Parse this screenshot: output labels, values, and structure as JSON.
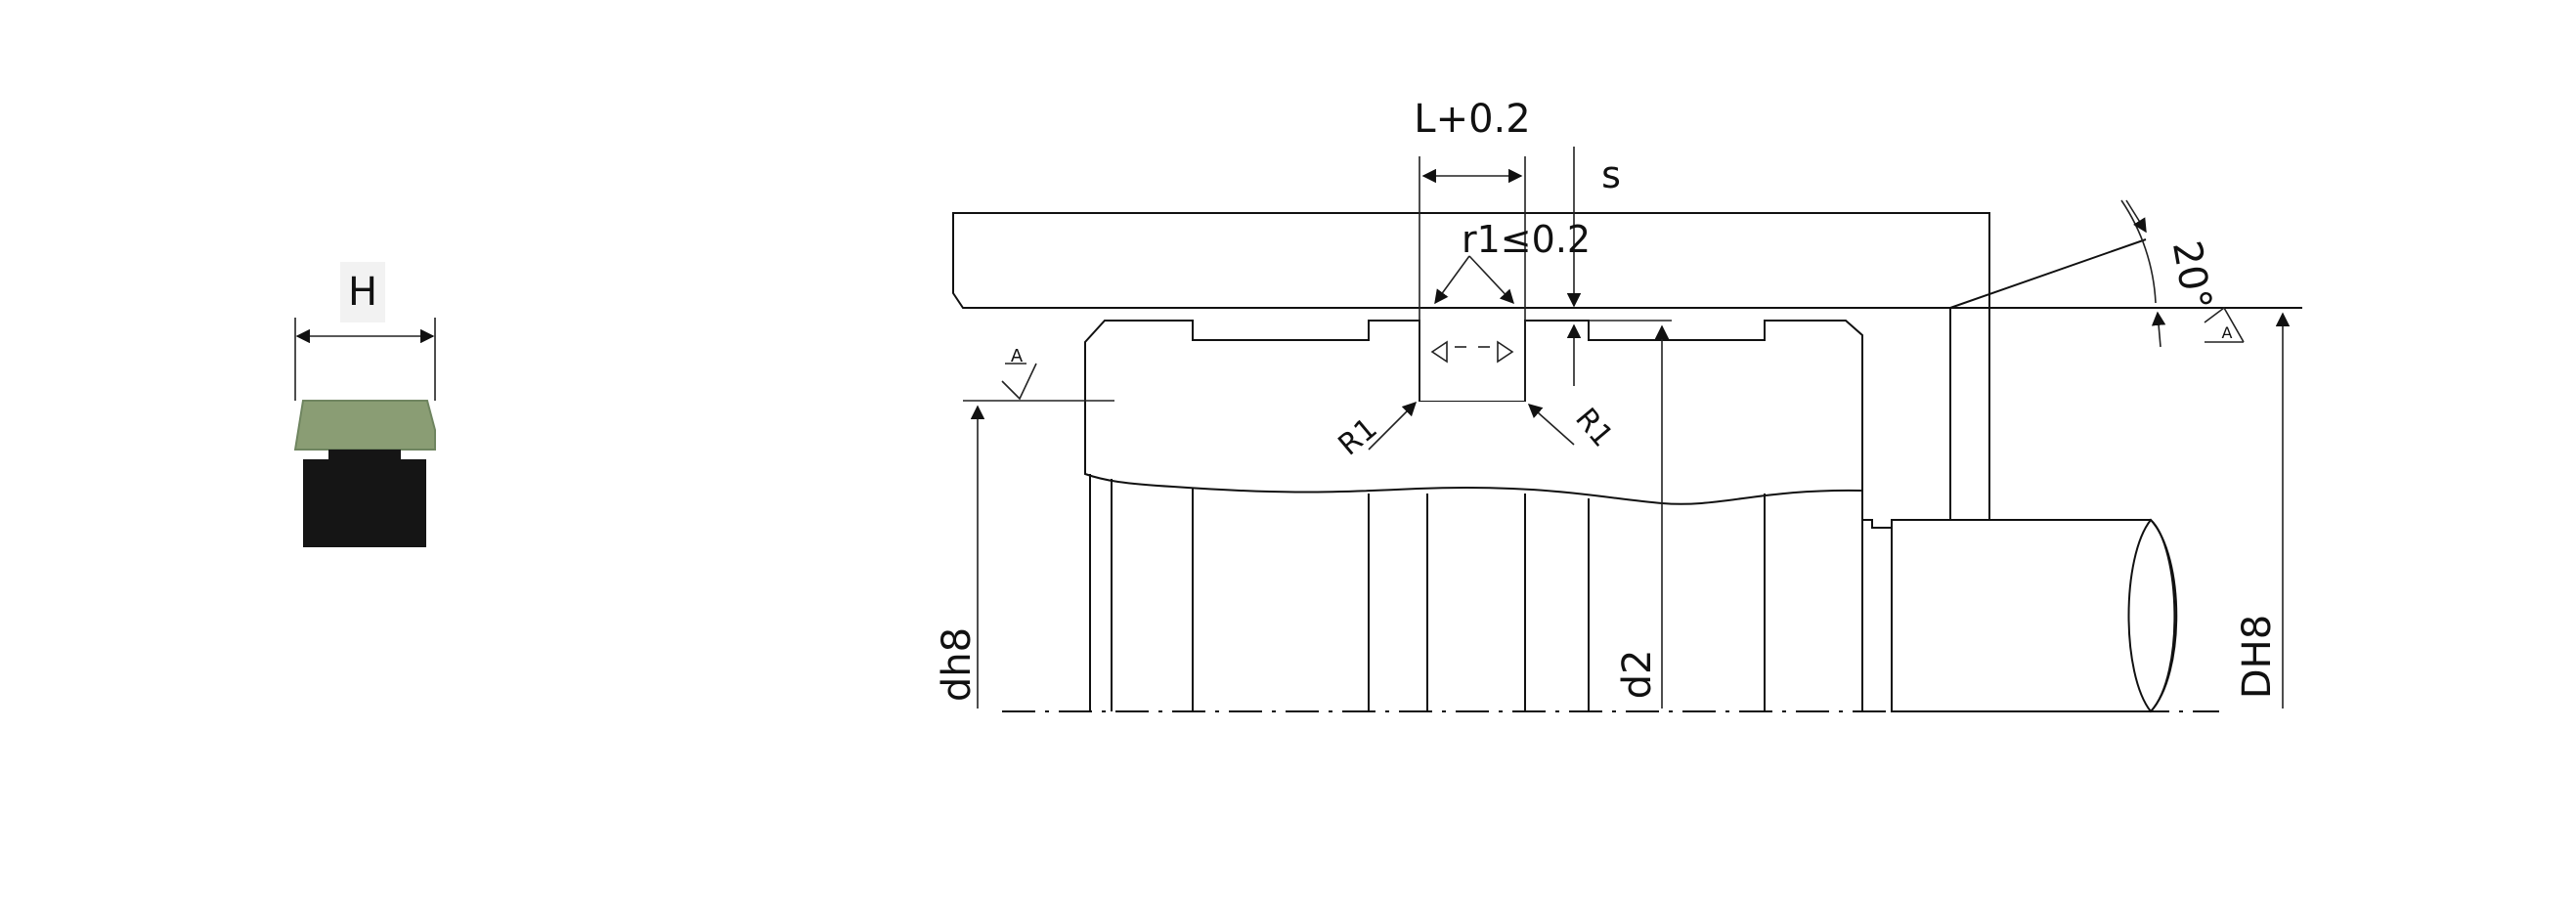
{
  "profile_label": "H",
  "labels": {
    "groove_length": "L+0.2",
    "gap": "s",
    "radius_r1": "r1≤0.2",
    "radius_R1_left": "R1",
    "radius_R1_right": "R1",
    "angle": "20°",
    "rod_dia": "dh8",
    "groove_dia": "d2",
    "bore_dia": "DH8",
    "rough_a": "A",
    "rough_b": "A"
  },
  "colors": {
    "seal_ring": "#8a9d74",
    "seal_ring_edge": "#6f8560",
    "oring": "#151515",
    "line": "#111111"
  }
}
